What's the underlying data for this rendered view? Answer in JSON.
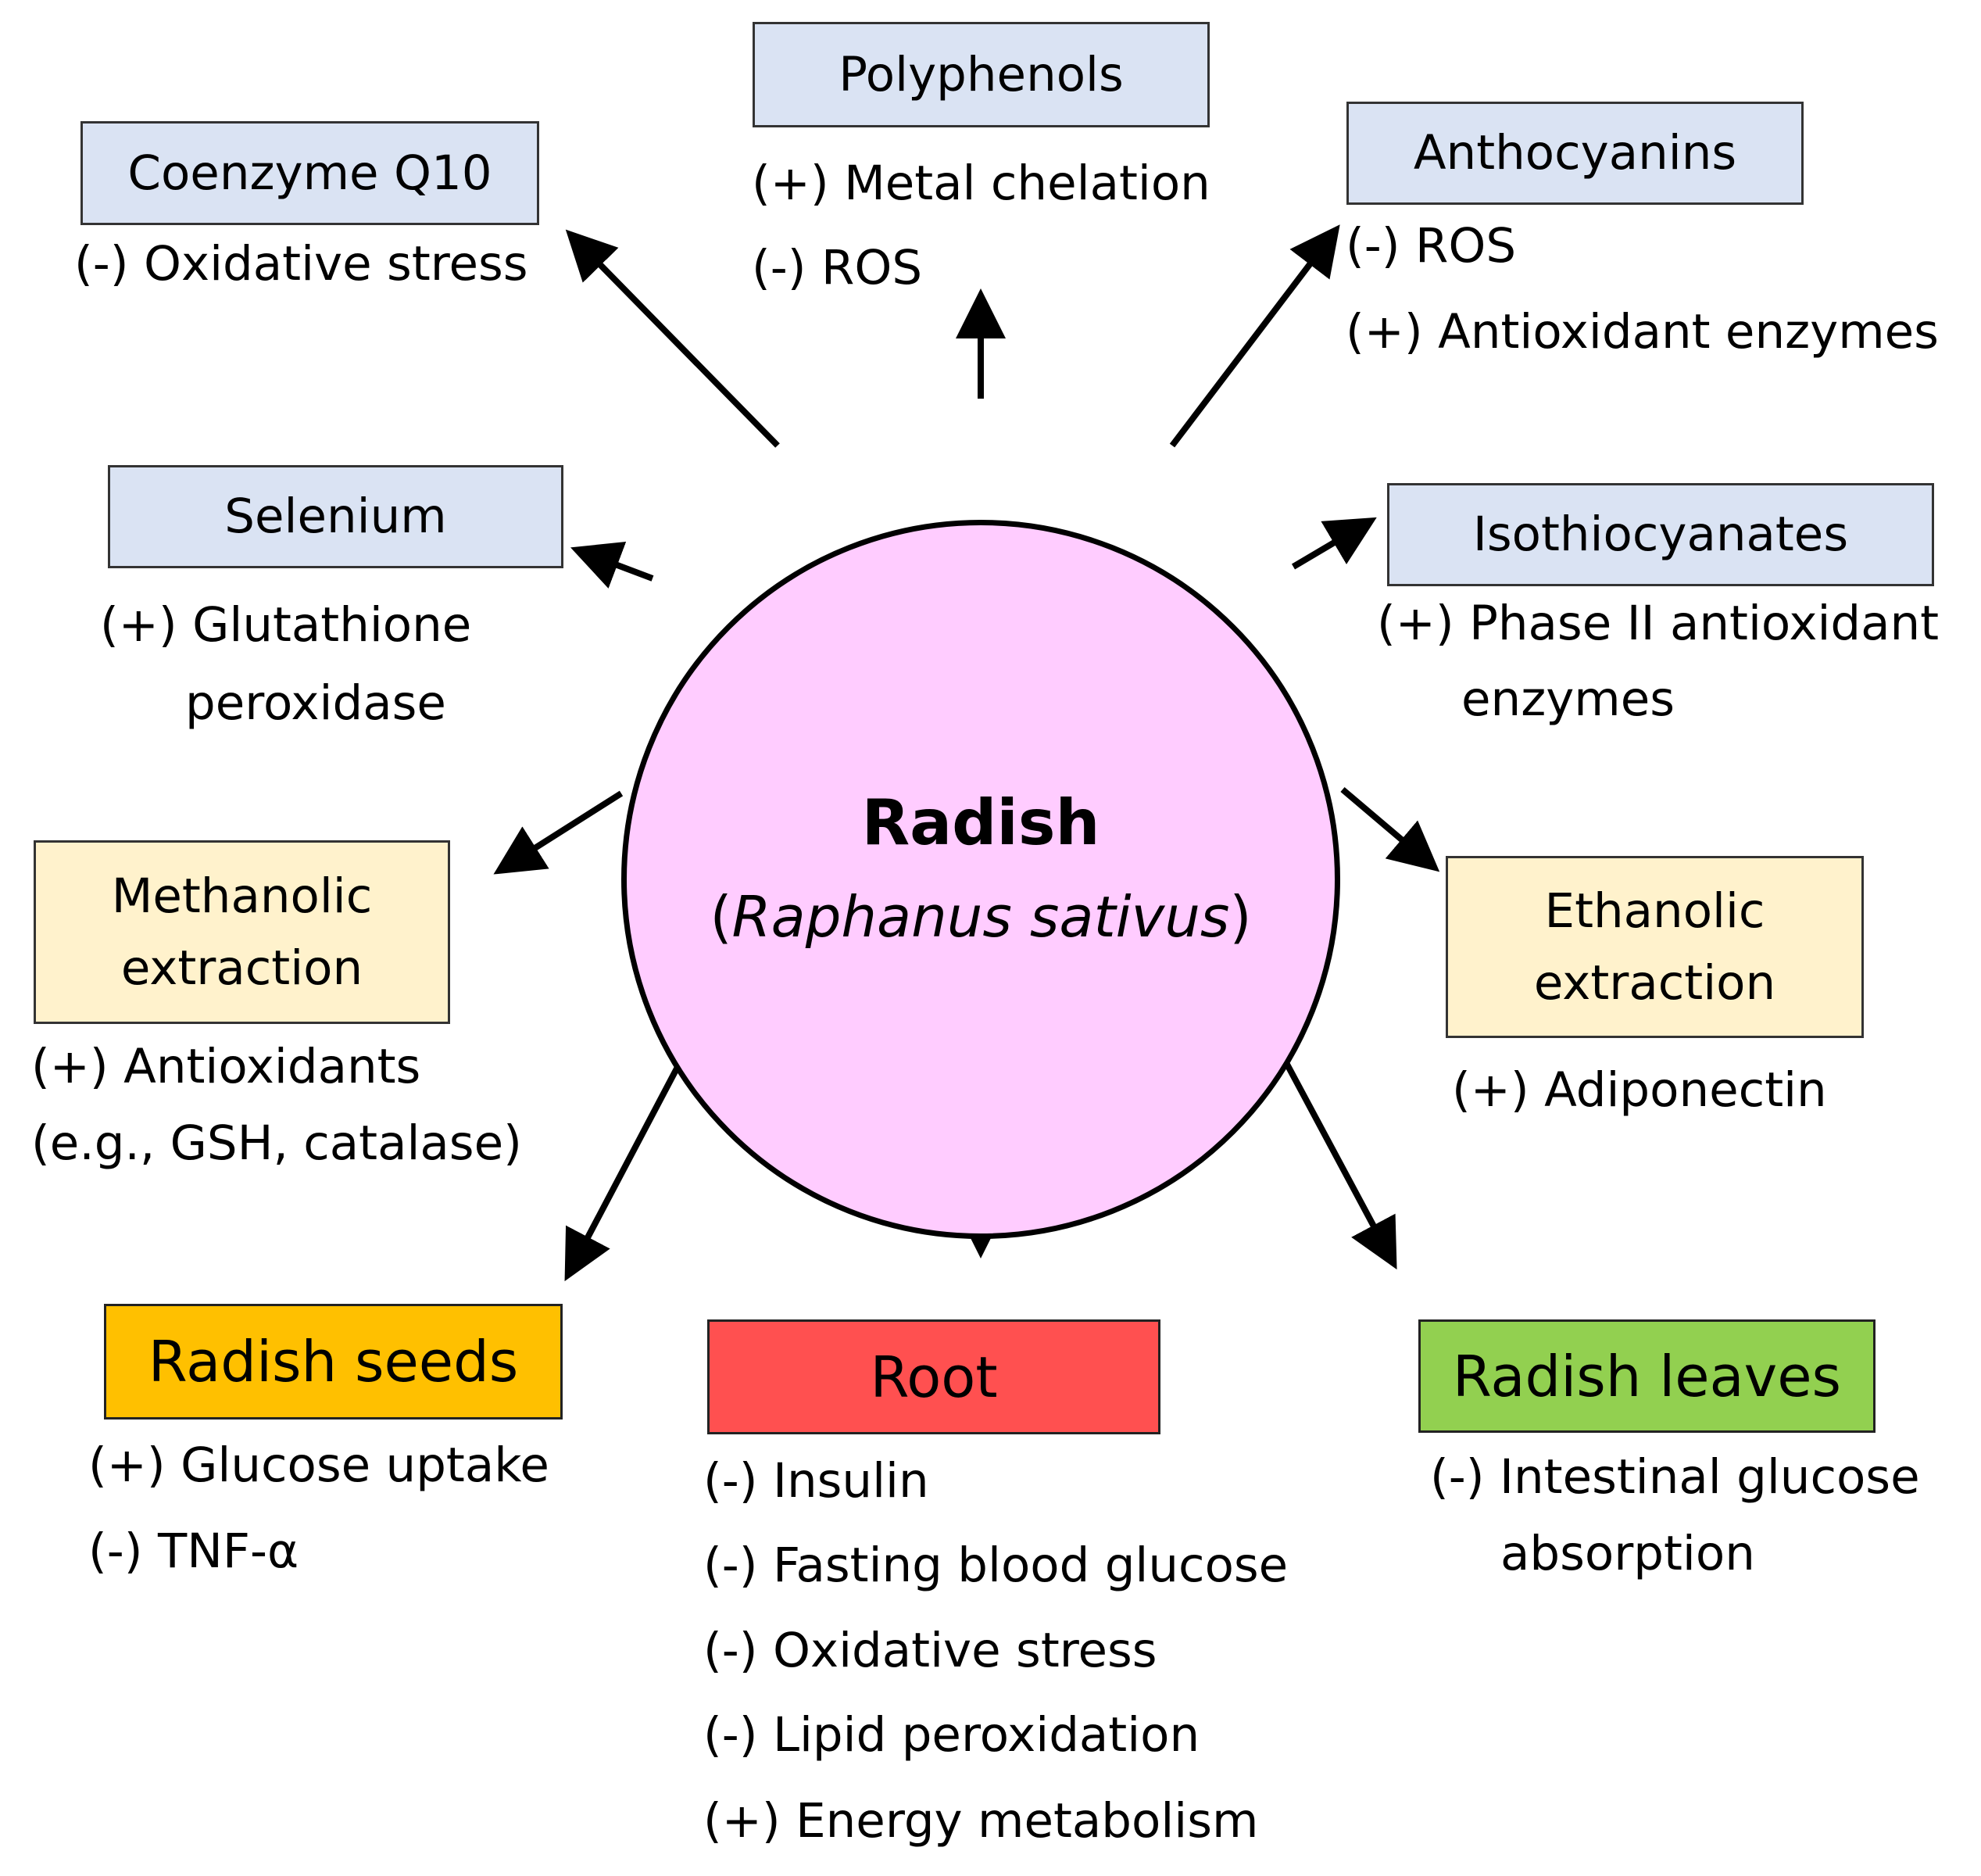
{
  "center": {
    "title": "Radish",
    "open": "(",
    "species": "Raphanus sativus",
    "close": ")"
  },
  "nodes": {
    "polyphenols": {
      "label": "Polyphenols",
      "effects": [
        "(+) Metal chelation",
        "(-) ROS"
      ]
    },
    "coenzyme_q10": {
      "label": "Coenzyme Q10",
      "effects": [
        "(-) Oxidative stress"
      ]
    },
    "anthocyanins": {
      "label": "Anthocyanins",
      "effects": [
        "(-) ROS",
        "(+) Antioxidant enzymes"
      ]
    },
    "selenium": {
      "label": "Selenium",
      "effects": [
        "(+) Glutathione",
        "peroxidase"
      ]
    },
    "isothiocyanates": {
      "label": "Isothiocyanates",
      "effects": [
        "(+) Phase II antioxidant",
        "enzymes"
      ]
    },
    "methanolic": {
      "label": "Methanolic\nextraction",
      "effects": [
        "(+) Antioxidants",
        "(e.g., GSH, catalase)"
      ]
    },
    "ethanolic": {
      "label": "Ethanolic\nextraction",
      "effects": [
        "(+) Adiponectin"
      ]
    },
    "seeds": {
      "label": "Radish seeds",
      "effects": [
        "(+) Glucose uptake",
        "(-) TNF-α"
      ]
    },
    "root": {
      "label": "Root",
      "effects": [
        "(-) Insulin",
        "(-) Fasting blood glucose",
        "(-) Oxidative stress",
        "(-) Lipid peroxidation",
        "(+) Energy metabolism"
      ]
    },
    "leaves": {
      "label": "Radish leaves",
      "effects": [
        "(-) Intestinal glucose",
        "absorption"
      ]
    }
  },
  "colors": {
    "center_fill": "#ffccff",
    "compound_box": "#dae3f3",
    "extraction_box": "#fff2cc",
    "seeds_box": "#ffc000",
    "root_box": "#ff5050",
    "leaves_box": "#92d050"
  }
}
